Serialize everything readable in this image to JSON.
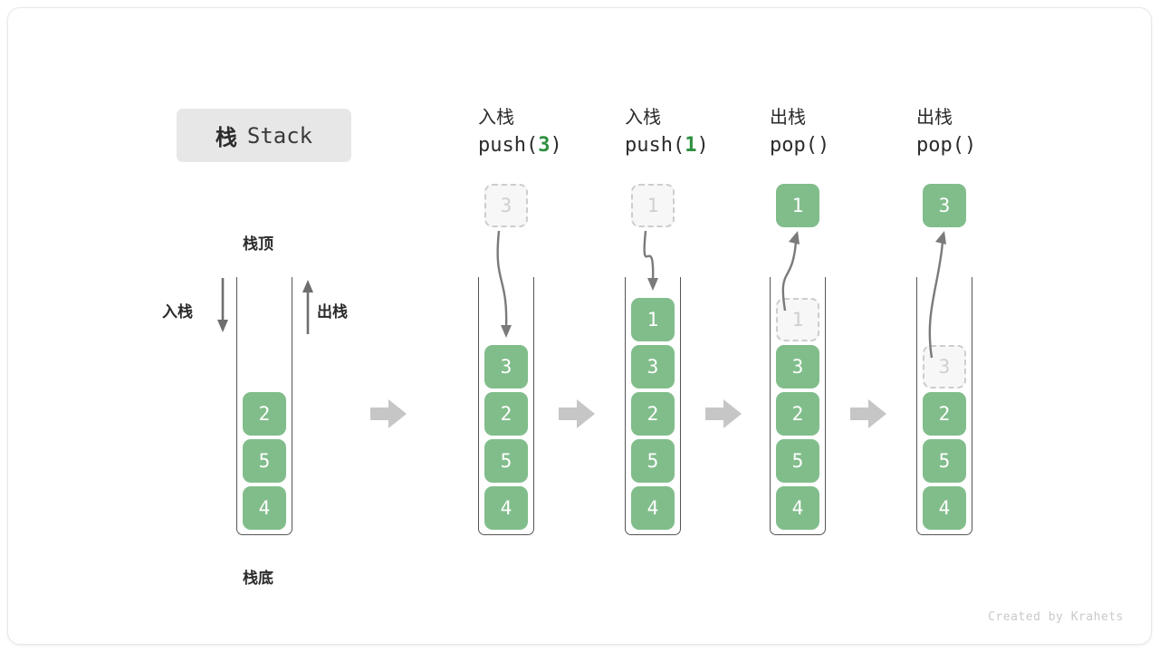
{
  "title": {
    "cn": "栈",
    "en": "Stack"
  },
  "left_panel": {
    "top_label": "栈顶",
    "bottom_label": "栈底",
    "push_label": "入栈",
    "pop_label": "出栈",
    "stack_values": [
      "2",
      "5",
      "4"
    ]
  },
  "flow_arrow_label": "流程箭头",
  "steps": [
    {
      "op_cn": "入栈",
      "op_name": "push",
      "op_open": "(",
      "op_arg": "3",
      "op_close": ")",
      "floating_box": {
        "value": "3",
        "style": "ghost",
        "position": "above"
      },
      "stack_values": [
        "3",
        "2",
        "5",
        "4"
      ],
      "stack_styles": [
        "solid",
        "solid",
        "solid",
        "solid"
      ],
      "motion": "down"
    },
    {
      "op_cn": "入栈",
      "op_name": "push",
      "op_open": "(",
      "op_arg": "1",
      "op_close": ")",
      "floating_box": {
        "value": "1",
        "style": "ghost",
        "position": "above"
      },
      "stack_values": [
        "1",
        "3",
        "2",
        "5",
        "4"
      ],
      "stack_styles": [
        "solid",
        "solid",
        "solid",
        "solid",
        "solid"
      ],
      "motion": "down"
    },
    {
      "op_cn": "出栈",
      "op_name": "pop",
      "op_open": "(",
      "op_arg": "",
      "op_close": ")",
      "floating_box": {
        "value": "1",
        "style": "solid",
        "position": "above"
      },
      "stack_values": [
        "1",
        "3",
        "2",
        "5",
        "4"
      ],
      "stack_styles": [
        "ghost",
        "solid",
        "solid",
        "solid",
        "solid"
      ],
      "motion": "up"
    },
    {
      "op_cn": "出栈",
      "op_name": "pop",
      "op_open": "(",
      "op_arg": "",
      "op_close": ")",
      "floating_box": {
        "value": "3",
        "style": "solid",
        "position": "above"
      },
      "stack_values": [
        "3",
        "2",
        "5",
        "4"
      ],
      "stack_styles": [
        "ghost",
        "solid",
        "solid",
        "solid"
      ],
      "motion": "up"
    }
  ],
  "watermark": "Created by Krahets",
  "colors": {
    "box_green": "#81bd8b",
    "accent_green": "#2f8f41",
    "arrow_gray": "#c6c6c6",
    "motion_arrow": "#6e6e6e",
    "badge_bg": "#e7e7e7",
    "ghost_border": "#cdcdcd"
  }
}
